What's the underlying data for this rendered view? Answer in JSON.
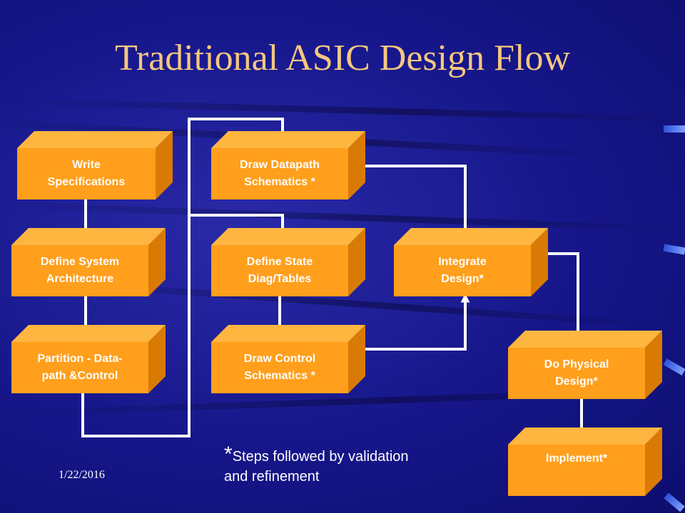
{
  "slide": {
    "title": "Traditional ASIC Design Flow",
    "date": "1/22/2016",
    "footnote": {
      "star": "*",
      "text_line1": "Steps followed by validation",
      "text_line2": "and refinement"
    }
  },
  "steps": {
    "write_spec": {
      "line1": "Write",
      "line2": "Specifications"
    },
    "define_arch": {
      "line1": "Define System",
      "line2": "Architecture"
    },
    "partition": {
      "line1": "Partition - Data-",
      "line2": "path &Control"
    },
    "draw_datapath": {
      "line1": "Draw Datapath",
      "line2": "Schematics *"
    },
    "define_state": {
      "line1": "Define State",
      "line2": "Diag/Tables"
    },
    "draw_control": {
      "line1": "Draw Control",
      "line2": "Schematics *"
    },
    "integrate": {
      "line1": "Integrate",
      "line2": "Design*"
    },
    "physical": {
      "line1": "Do Physical",
      "line2": "Design*"
    },
    "implement": {
      "line1": "Implement*",
      "line2": ""
    }
  },
  "colors": {
    "background": "#16168a",
    "box_front": "#ff9f1c",
    "box_side": "#d97a05",
    "title": "#f5c77e",
    "arrow": "#ffffff"
  }
}
